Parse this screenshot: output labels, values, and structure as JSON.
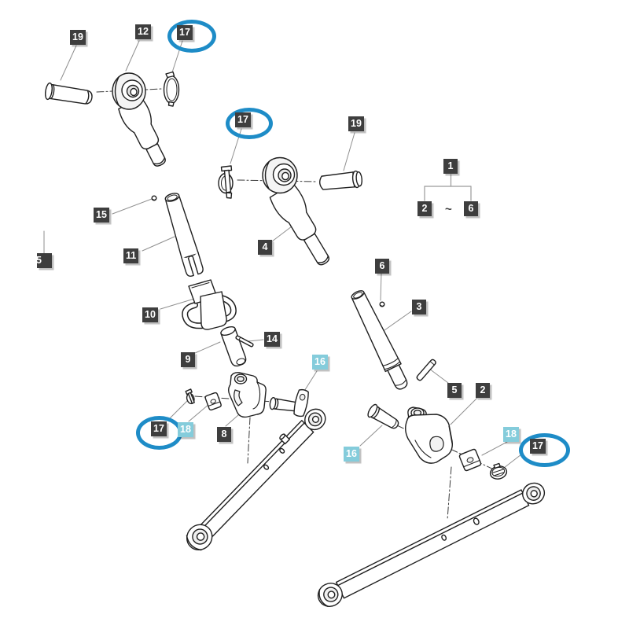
{
  "diagram": {
    "type": "exploded-parts-diagram",
    "colors": {
      "background": "#ffffff",
      "label_dark_bg": "#3e3e3e",
      "label_cyan_bg": "#84ccdb",
      "label_text": "#ffffff",
      "highlight_ellipse": "#1e8cc7",
      "part_line": "#1f1f1f",
      "leader_line": "#8f8f8f"
    }
  },
  "legend": {
    "root": "1",
    "from": "2",
    "separator": "~",
    "to": "6"
  },
  "labels": [
    {
      "id": "19-top-left",
      "text": "19",
      "style": "dark",
      "circled": false
    },
    {
      "id": "12",
      "text": "12",
      "style": "dark",
      "circled": false
    },
    {
      "id": "17-top",
      "text": "17",
      "style": "dark",
      "circled": true
    },
    {
      "id": "17-middle",
      "text": "17",
      "style": "dark",
      "circled": true
    },
    {
      "id": "19-middle",
      "text": "19",
      "style": "dark",
      "circled": false
    },
    {
      "id": "15",
      "text": "15",
      "style": "dark",
      "circled": false
    },
    {
      "id": "11",
      "text": "11",
      "style": "dark",
      "circled": false
    },
    {
      "id": "5-edge-partial",
      "text": "5",
      "style": "dark",
      "circled": false
    },
    {
      "id": "4",
      "text": "4",
      "style": "dark",
      "circled": false
    },
    {
      "id": "6-part",
      "text": "6",
      "style": "dark",
      "circled": false
    },
    {
      "id": "3",
      "text": "3",
      "style": "dark",
      "circled": false
    },
    {
      "id": "10",
      "text": "10",
      "style": "dark",
      "circled": false
    },
    {
      "id": "14",
      "text": "14",
      "style": "dark",
      "circled": false
    },
    {
      "id": "9",
      "text": "9",
      "style": "dark",
      "circled": false
    },
    {
      "id": "16-center",
      "text": "16",
      "style": "cyan",
      "circled": false
    },
    {
      "id": "5-right",
      "text": "5",
      "style": "dark",
      "circled": false
    },
    {
      "id": "2-right",
      "text": "2",
      "style": "dark",
      "circled": false
    },
    {
      "id": "17-bottom-left",
      "text": "17",
      "style": "dark",
      "circled": true
    },
    {
      "id": "18-left",
      "text": "18",
      "style": "cyan",
      "circled": false
    },
    {
      "id": "8",
      "text": "8",
      "style": "dark",
      "circled": false
    },
    {
      "id": "16-bottom",
      "text": "16",
      "style": "cyan",
      "circled": false
    },
    {
      "id": "18-right",
      "text": "18",
      "style": "cyan",
      "circled": false
    },
    {
      "id": "17-bottom-right",
      "text": "17",
      "style": "dark",
      "circled": true
    }
  ]
}
